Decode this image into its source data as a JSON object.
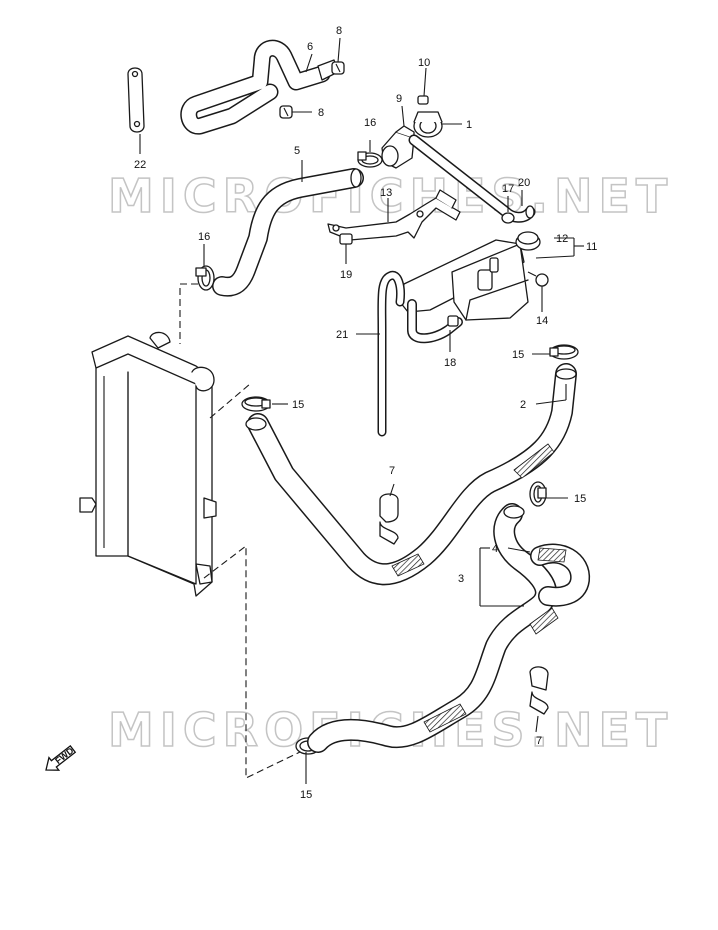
{
  "watermarks": [
    "MICROFICHES.NET",
    "MICROFICHES.NET"
  ],
  "direction_marker": "FWD",
  "callouts": {
    "c1": "1",
    "c2": "2",
    "c3": "3",
    "c4": "4",
    "c5": "5",
    "c6": "6",
    "c7a": "7",
    "c7b": "7",
    "c8a": "8",
    "c8b": "8",
    "c9": "9",
    "c10": "10",
    "c11": "11",
    "c12": "12",
    "c13": "13",
    "c14": "14",
    "c15a": "15",
    "c15b": "15",
    "c15c": "15",
    "c15d": "15",
    "c16a": "16",
    "c16b": "16",
    "c17": "17",
    "c18": "18",
    "c19": "19",
    "c20": "20",
    "c21": "21",
    "c22": "22"
  }
}
